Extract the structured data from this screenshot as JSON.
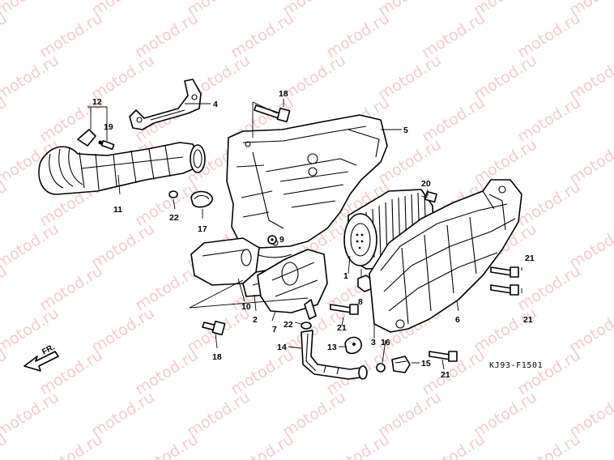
{
  "watermark": {
    "text": "motod.ru",
    "color": "#f3cccc"
  },
  "diagram_code": "KJ93-F1501",
  "direction_label": "FR.",
  "callouts": {
    "c1": "1",
    "c2": "2",
    "c3": "3",
    "c4": "4",
    "c5": "5",
    "c6": "6",
    "c7": "7",
    "c8": "8",
    "c9": "9",
    "c10": "10",
    "c11": "11",
    "c12": "12",
    "c13": "13",
    "c14": "14",
    "c15": "15",
    "c16": "16",
    "c17": "17",
    "c18a": "18",
    "c18b": "18",
    "c19": "19",
    "c20": "20",
    "c21a": "21",
    "c21b": "21",
    "c21c": "21",
    "c21d": "21",
    "c22a": "22",
    "c22b": "22"
  }
}
